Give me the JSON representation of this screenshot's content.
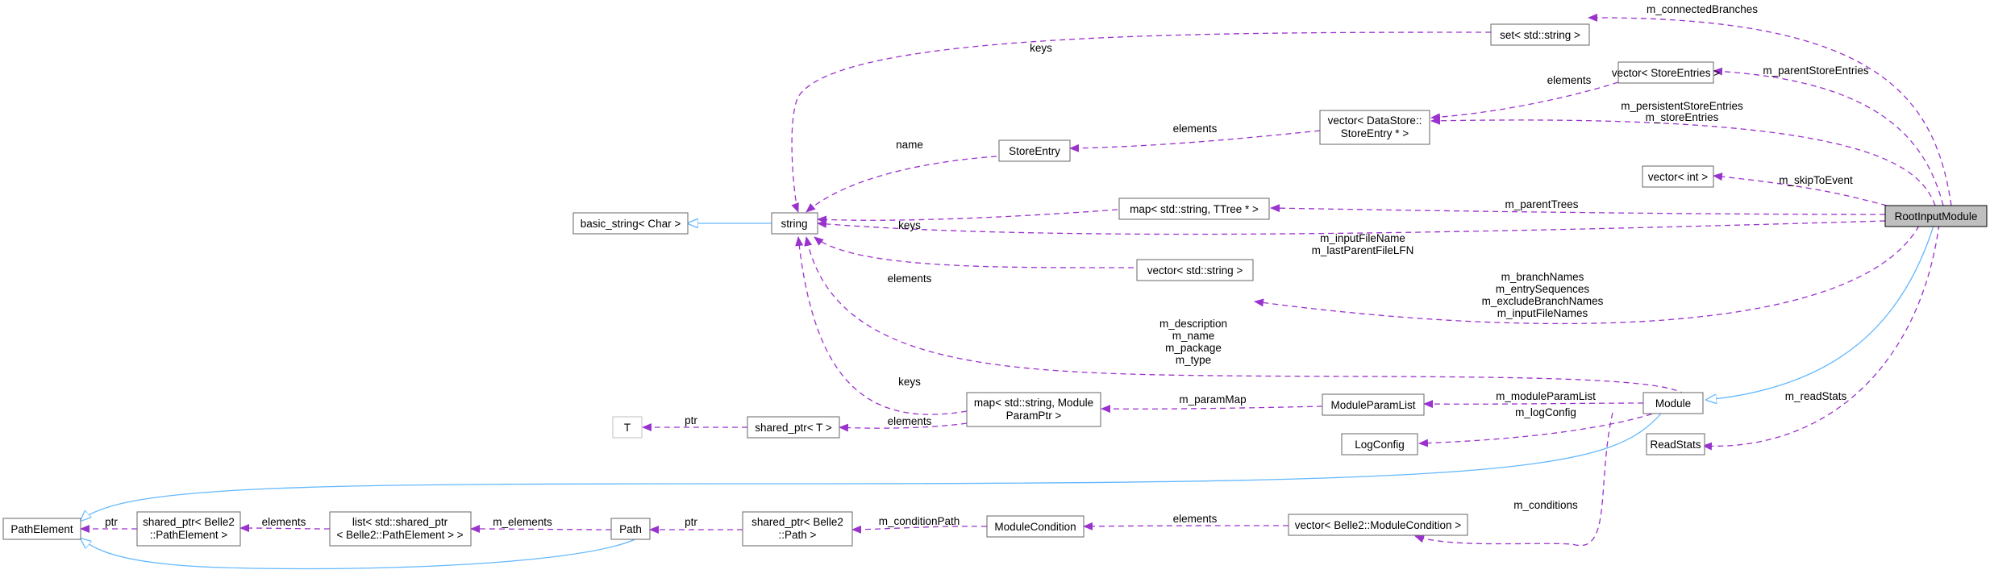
{
  "diagram": {
    "nodes": {
      "root_input_module": "RootInputModule",
      "set_string": "set< std::string >",
      "vector_store_entries": "vector< StoreEntries >",
      "vector_datastore_entry_1": "vector< DataStore::",
      "vector_datastore_entry_2": "StoreEntry * >",
      "store_entry": "StoreEntry",
      "vector_int": "vector< int >",
      "map_ttree": "map< std::string, TTree * >",
      "basic_string": "basic_string< Char >",
      "string": "string",
      "vector_string": "vector< std::string >",
      "module": "Module",
      "read_stats": "ReadStats",
      "module_param_list": "ModuleParamList",
      "log_config": "LogConfig",
      "map_param_1": "map< std::string, Module",
      "map_param_2": "ParamPtr >",
      "t": "T",
      "shared_ptr_t": "shared_ptr< T >",
      "path_element": "PathElement",
      "shared_ptr_pe_1": "shared_ptr< Belle2",
      "shared_ptr_pe_2": "::PathElement >",
      "list_pe_1": "list< std::shared_ptr",
      "list_pe_2": "< Belle2::PathElement > >",
      "path": "Path",
      "shared_ptr_path_1": "shared_ptr< Belle2",
      "shared_ptr_path_2": "::Path >",
      "module_condition": "ModuleCondition",
      "vector_module_condition": "vector< Belle2::ModuleCondition >"
    },
    "edge_labels": {
      "m_connected_branches": "m_connectedBranches",
      "m_parent_store_entries": "m_parentStoreEntries",
      "m_persistent_store_entries": "m_persistentStoreEntries",
      "m_store_entries": "m_storeEntries",
      "m_skip_to_event": "m_skipToEvent",
      "m_parent_trees": "m_parentTrees",
      "m_input_file_name": "m_inputFileName",
      "m_last_parent_file_lfn": "m_lastParentFileLFN",
      "m_branch_names": "m_branchNames",
      "m_entry_sequences": "m_entrySequences",
      "m_exclude_branch_names": "m_excludeBranchNames",
      "m_input_file_names": "m_inputFileNames",
      "m_read_stats": "m_readStats",
      "m_description": "m_description",
      "m_name": "m_name",
      "m_package": "m_package",
      "m_type": "m_type",
      "m_module_param_list": "m_moduleParamList",
      "m_log_config": "m_logConfig",
      "m_conditions": "m_conditions",
      "m_param_map": "m_paramMap",
      "keys_set": "keys",
      "keys_map_ttree": "keys",
      "keys_map_param": "keys",
      "elements_vector_store_entries": "elements",
      "elements_vector_datastore": "elements",
      "elements_vector_string": "elements",
      "elements_shared_ptr_t": "elements",
      "elements_list_pe": "elements",
      "elements_vector_condition": "elements",
      "name": "name",
      "ptr_shared_ptr_t": "ptr",
      "ptr_shared_ptr_pe": "ptr",
      "ptr_shared_ptr_path": "ptr",
      "m_elements": "m_elements",
      "m_condition_path": "m_conditionPath"
    },
    "colors": {
      "usage_edge": "#9a32cd",
      "inheritance_edge": "#63b8ff",
      "root_fill": "#bfbfbf",
      "node_border": "#666666"
    }
  }
}
